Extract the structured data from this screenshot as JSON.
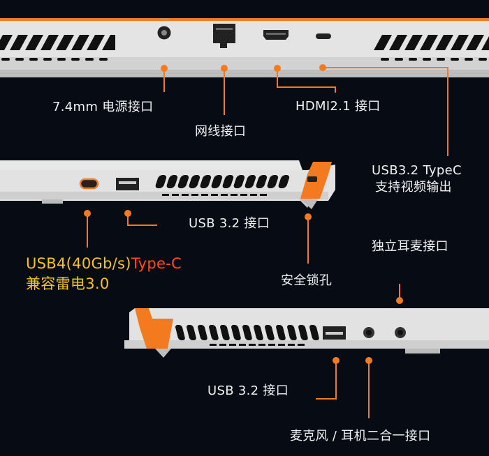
{
  "colors": {
    "background": "#060b14",
    "accent": "#f47a20",
    "chassis": "#dcdcdc",
    "highlight_yellow": "#f7c41c",
    "highlight_red": "#ff4d17"
  },
  "rear_ports": {
    "power": "7.4mm 电源接口",
    "ethernet": "网线接口",
    "hdmi": "HDMI2.1 接口",
    "usbc_line1": "USB3.2 TypeC",
    "usbc_line2": "支持视频输出",
    "icon_hdmi": "HDMI"
  },
  "left_ports": {
    "usb4_part1": "USB4(40Gb/s)",
    "usb4_part2": "Type-C",
    "usb4_line2": "兼容雷电3.0",
    "usb_a": "USB 3.2 接口",
    "lock": "安全锁孔"
  },
  "right_ports": {
    "audio_title": "独立耳麦接口",
    "usb_a": "USB 3.2 接口",
    "combo_jack": "麦克风 / 耳机二合一接口"
  }
}
